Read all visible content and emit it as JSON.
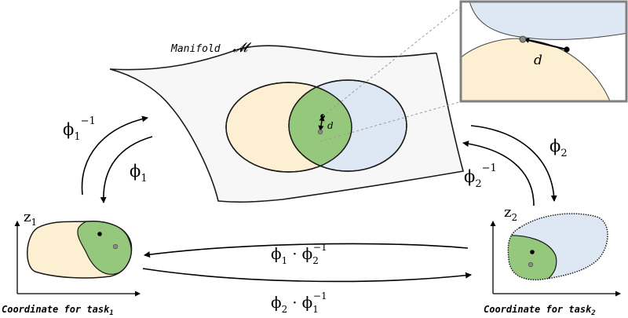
{
  "manifold_label": "Manifold",
  "manifold_symbol": "𝓜",
  "distance_label": "d",
  "zoom_distance_label": "d",
  "phi1_inverse": {
    "base": "ϕ",
    "sub": "1",
    "sup": "−1"
  },
  "phi1": {
    "base": "ϕ",
    "sub": "1"
  },
  "phi2": {
    "base": "ϕ",
    "sub": "2"
  },
  "phi2_inverse": {
    "base": "ϕ",
    "sub": "2",
    "sup": "−1"
  },
  "z1": {
    "base": "z",
    "sub": "1"
  },
  "z2": {
    "base": "z",
    "sub": "2"
  },
  "transition_top": {
    "a": "ϕ",
    "a_sub": "1",
    "dot": "·",
    "b": "ϕ",
    "b_sub": "2",
    "b_sup": "−1"
  },
  "transition_bottom": {
    "a": "ϕ",
    "a_sub": "2",
    "dot": "·",
    "b": "ϕ",
    "b_sub": "1",
    "b_sup": "−1"
  },
  "coord_task1": {
    "text": "Coordinate for task",
    "sub": "1"
  },
  "coord_task2": {
    "text": "Coordinate for task",
    "sub": "2"
  },
  "colors": {
    "yellow_region": "#fcefd2",
    "blue_region": "#dde8f4",
    "green_overlap": "#95c87c",
    "manifold_fill": "#f7f7f7",
    "zoom_border": "#808080",
    "point_gray": "#8a8a8a"
  }
}
